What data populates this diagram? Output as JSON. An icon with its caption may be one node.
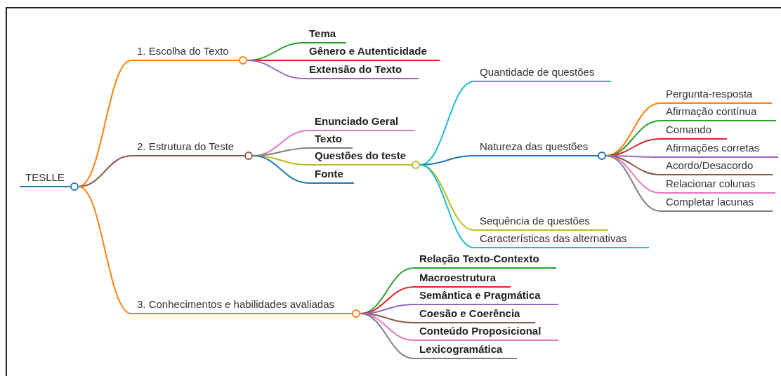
{
  "diagram": {
    "nodes": [
      {
        "text": [
          "TESLLE"
        ]
      },
      {
        "text": [
          "1. Escolha do Texto"
        ]
      },
      {
        "text": [
          "Tema"
        ]
      },
      {
        "text": [
          "Gênero e Autenticidade"
        ]
      },
      {
        "text": [
          "Extensão do Texto"
        ]
      },
      {
        "text": [
          "2. Estrutura do Teste"
        ]
      },
      {
        "text": [
          "Enunciado Geral"
        ]
      },
      {
        "text": [
          "Texto"
        ]
      },
      {
        "text": [
          "Questões do teste"
        ]
      },
      {
        "text": [
          "Quantidade de questões"
        ]
      },
      {
        "text": [
          "Natureza das questões"
        ]
      },
      {
        "text": [
          "Pergunta-resposta"
        ]
      },
      {
        "text": [
          "Afirmação contínua"
        ]
      },
      {
        "text": [
          "Comando"
        ]
      },
      {
        "text": [
          "Afirmações corretas"
        ]
      },
      {
        "text": [
          "Acordo/Desacordo"
        ]
      },
      {
        "text": [
          "Relacionar colunas"
        ]
      },
      {
        "text": [
          "Completar lacunas"
        ]
      },
      {
        "text": [
          "Sequência de questões"
        ]
      },
      {
        "text": [
          "Características das alternativas"
        ]
      },
      {
        "text": [
          "Fonte"
        ]
      },
      {
        "text": [
          "3. Conhecimentos e habilidades avaliadas"
        ]
      },
      {
        "text": [
          "Relação Texto-Contexto"
        ]
      },
      {
        "text": [
          "Macroestrutura"
        ]
      },
      {
        "text": [
          "Semântica e Pragmática"
        ]
      },
      {
        "text": [
          "Coesão e Coerência"
        ]
      },
      {
        "text": [
          "Conteúdo Proposicional"
        ]
      },
      {
        "text": [
          "Lexicogramática"
        ]
      }
    ],
    "edges": [
      {
        "from": 0,
        "to": 1,
        "arrow": "none",
        "color": "#ff7f0e"
      },
      {
        "from": 1,
        "to": 2,
        "arrow": "none",
        "color": "#2ca02c"
      },
      {
        "from": 1,
        "to": 3,
        "arrow": "none",
        "color": "#d62728"
      },
      {
        "from": 1,
        "to": 4,
        "arrow": "none",
        "color": "#9467bd"
      },
      {
        "from": 0,
        "to": 5,
        "arrow": "none",
        "color": "#8c564b"
      },
      {
        "from": 5,
        "to": 6,
        "arrow": "none",
        "color": "#e377c2"
      },
      {
        "from": 5,
        "to": 7,
        "arrow": "none",
        "color": "#7f7f7f"
      },
      {
        "from": 5,
        "to": 8,
        "arrow": "none",
        "color": "#bcbd22"
      },
      {
        "from": 8,
        "to": 9,
        "arrow": "none",
        "color": "#17becf"
      },
      {
        "from": 8,
        "to": 10,
        "arrow": "none",
        "color": "#1f77b4"
      },
      {
        "from": 10,
        "to": 11,
        "arrow": "none",
        "color": "#ff7f0e"
      },
      {
        "from": 10,
        "to": 12,
        "arrow": "none",
        "color": "#2ca02c"
      },
      {
        "from": 10,
        "to": 13,
        "arrow": "none",
        "color": "#d62728"
      },
      {
        "from": 10,
        "to": 14,
        "arrow": "none",
        "color": "#9467bd"
      },
      {
        "from": 10,
        "to": 15,
        "arrow": "none",
        "color": "#8c564b"
      },
      {
        "from": 10,
        "to": 16,
        "arrow": "none",
        "color": "#e377c2"
      },
      {
        "from": 10,
        "to": 17,
        "arrow": "none",
        "color": "#7f7f7f"
      },
      {
        "from": 8,
        "to": 18,
        "arrow": "none",
        "color": "#bcbd22"
      },
      {
        "from": 8,
        "to": 19,
        "arrow": "none",
        "color": "#17becf"
      },
      {
        "from": 5,
        "to": 20,
        "arrow": "none",
        "color": "#1f77b4"
      },
      {
        "from": 0,
        "to": 21,
        "arrow": "none",
        "color": "#ff7f0e"
      },
      {
        "from": 21,
        "to": 22,
        "arrow": "none",
        "color": "#2ca02c"
      },
      {
        "from": 21,
        "to": 23,
        "arrow": "none",
        "color": "#d62728"
      },
      {
        "from": 21,
        "to": 24,
        "arrow": "none",
        "color": "#9467bd"
      },
      {
        "from": 21,
        "to": 25,
        "arrow": "none",
        "color": "#8c564b"
      },
      {
        "from": 21,
        "to": 26,
        "arrow": "none",
        "color": "#e377c2"
      },
      {
        "from": 21,
        "to": 27,
        "arrow": "none",
        "color": "#7f7f7f"
      }
    ]
  }
}
